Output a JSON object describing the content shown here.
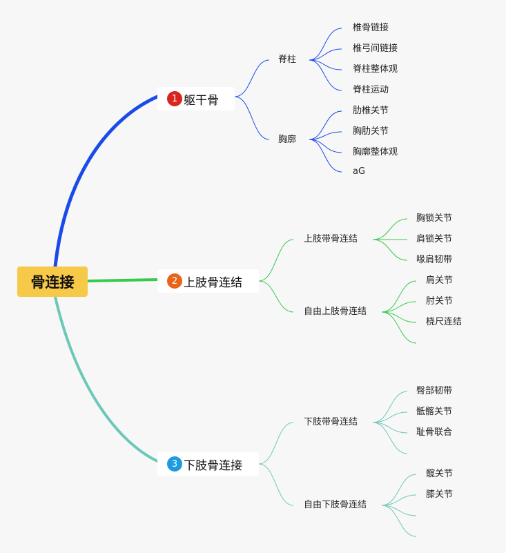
{
  "root": {
    "label": "骨连接",
    "color": "#f7c948"
  },
  "branches": [
    {
      "number": "1",
      "label": "躯干骨",
      "badge_color": "#d7261e",
      "line_color": "#1a4be8",
      "groups": [
        {
          "label": "脊柱",
          "items": [
            "椎骨链接",
            "椎弓间链接",
            "脊柱整体观",
            "脊柱运动"
          ]
        },
        {
          "label": "胸廓",
          "items": [
            "肋椎关节",
            "胸肋关节",
            "胸廓整体观",
            "aG"
          ]
        }
      ]
    },
    {
      "number": "2",
      "label": "上肢骨连结",
      "badge_color": "#e8641b",
      "line_color": "#36c94d",
      "groups": [
        {
          "label": "上肢带骨连结",
          "items": [
            "胸锁关节",
            "肩锁关节",
            "喙肩韧带"
          ]
        },
        {
          "label": "自由上肢骨连结",
          "items": [
            "肩关节",
            "肘关节",
            "桡尺连结",
            ""
          ]
        }
      ]
    },
    {
      "number": "3",
      "label": "下肢骨连接",
      "badge_color": "#1e9be0",
      "line_color": "#6cc8b8",
      "groups": [
        {
          "label": "下肢带骨连结",
          "items": [
            "臀部韧带",
            "骶髂关节",
            "耻骨联合"
          ]
        },
        {
          "label": "自由下肢骨连结",
          "items": [
            "髋关节",
            "膝关节",
            "",
            ""
          ]
        }
      ]
    }
  ]
}
